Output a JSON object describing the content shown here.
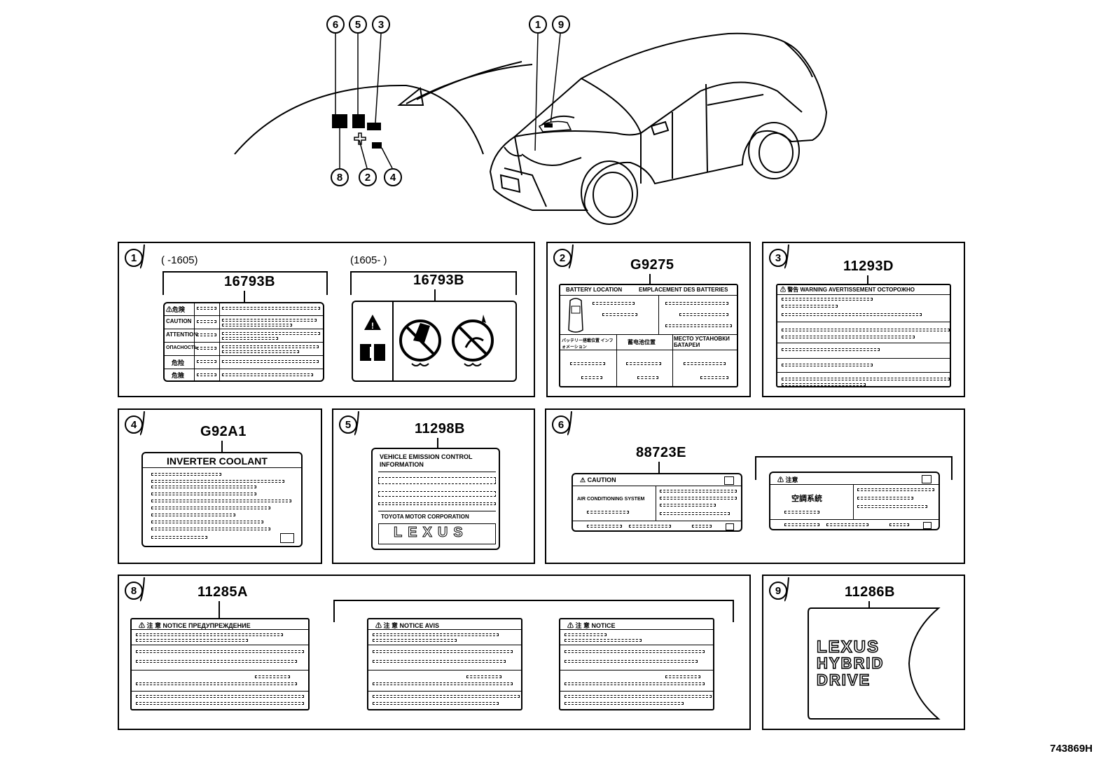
{
  "diagram_number": "743869H",
  "top_callouts": [
    "6",
    "5",
    "3",
    "8",
    "2",
    "4",
    "1",
    "9"
  ],
  "panels": {
    "p1": {
      "callout": "1",
      "range_left": "(      -1605)",
      "range_right": "(1605-      )",
      "part_left": "16793B",
      "part_right": "16793B",
      "rows": [
        "⚠危険",
        "CAUTION",
        "ATTENTION",
        "ОПАСНОСТЬ",
        "危险",
        "危險"
      ]
    },
    "p2": {
      "callout": "2",
      "part": "G9275",
      "head_left": "BATTERY LOCATION",
      "head_right": "EMPLACEMENT DES BATTERIES",
      "jp": "バッテリー搭載位置 インフォメーション",
      "cn": "蓄电池位置",
      "ru": "МЕСТО УСТАНОВКИ БАТАРЕИ"
    },
    "p3": {
      "callout": "3",
      "part": "11293D",
      "head": "⚠ 警告  WARNING  AVERTISSEMENT  ОСТОРОЖНО"
    },
    "p4": {
      "callout": "4",
      "part": "G92A1",
      "title": "INVERTER COOLANT"
    },
    "p5": {
      "callout": "5",
      "part": "11298B",
      "title": "VEHICLE EMISSION CONTROL INFORMATION",
      "maker": "TOYOTA MOTOR CORPORATION",
      "brand": "LEXUS"
    },
    "p6": {
      "callout": "6",
      "part": "88723E",
      "caution": "⚠ CAUTION",
      "system": "AIR CONDITIONING SYSTEM",
      "caution_jp": "⚠ 注意",
      "system_jp": "空調系統"
    },
    "p8": {
      "callout": "8",
      "part": "11285A",
      "h1": "⚠ 注 意  NOTICE  ПРЕДУПРЕЖДЕНИЕ",
      "h2": "⚠ 注 意  NOTICE  AVIS",
      "h3": "⚠ 注 意  NOTICE"
    },
    "p9": {
      "callout": "9",
      "part": "11286B",
      "badge": [
        "LEXUS",
        "HYBRID",
        "DRIVE"
      ]
    }
  }
}
